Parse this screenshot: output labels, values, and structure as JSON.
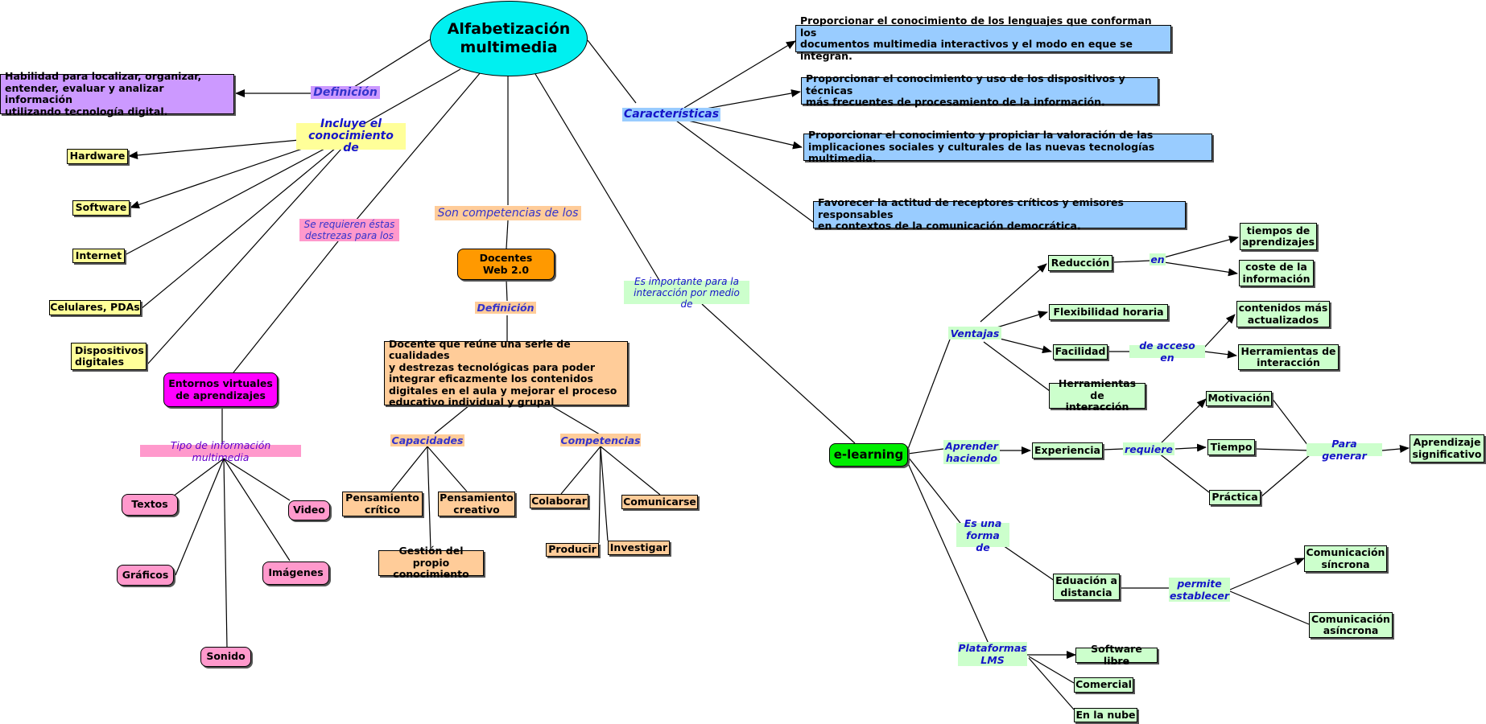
{
  "colors": {
    "cyan": "#00f0f0",
    "purple_box": "#cc99ff",
    "yellow": "#ffff99",
    "pink": "#ff99cc",
    "magenta": "#ff00ff",
    "orange": "#ff9900",
    "peach": "#ffcc99",
    "blue_box": "#99ccff",
    "green_box": "#ccffcc",
    "green_node": "#00ee00",
    "label_blue": "#0000cc"
  },
  "nodes": {
    "root": "Alfabetización\nmultimedia",
    "def_alf": "Habilidad para localizar, organizar,\nentender, evaluar y analizar información\nutilizando tecnología digital.",
    "hardware": "Hardware",
    "software": "Software",
    "internet": "Internet",
    "celulares": "Celulares, PDAs",
    "dispositivos": "Dispositivos\ndigitales",
    "entornos": "Entornos virtuales\nde aprendizajes",
    "textos": "Textos",
    "video": "Video",
    "graficos": "Gráficos",
    "imagenes": "Imágenes",
    "sonido": "Sonido",
    "docentes": "Docentes\nWeb 2.0",
    "def_docente": "Docente que reúne una serie de cualidades\ny destrezas tecnológicas para poder\n integrar eficazmente los contenidos\ndigitales en el aula y mejorar el proceso\neducativo individual y grupal",
    "pens_critico": "Pensamiento\ncrítico",
    "pens_creativo": "Pensamiento\ncreativo",
    "gestion": "Gestión del propio\nconocimiento",
    "colaborar": "Colaborar",
    "comunicarse": "Comunicarse",
    "producir": "Producir",
    "investigar": "Investigar",
    "car1": "Proporcionar el conocimiento de los lenguajes que conforman los\ndocumentos multimedia interactivos y el modo en eque se integran.",
    "car2": "Proporcionar el conocimiento y uso de los dispositivos y técnicas\nmás frecuentes de procesamiento de la información.",
    "car3": "Proporcionar el conocimiento y propiciar la valoración de las\nimplicaciones  sociales y culturales de las nuevas tecnologías multimedia.",
    "car4": "Favorecer la actitud de receptores críticos y emisores responsables\n en contextos de la comunicación democrática.",
    "elearning": "e-learning",
    "reduccion": "Reducción",
    "tiempos": "tiempos de\naprendizajes",
    "coste": "coste de la\n información",
    "flexibilidad": "Flexibilidad horaria",
    "facilidad": "Facilidad",
    "contenidos": "contenidos más\nactualizados",
    "herr_inter1": "Herramientas de\ninteracción",
    "herr_inter2": "Herramientas de\ninteracción",
    "experiencia": "Experiencia",
    "motivacion": "Motivación",
    "tiempo": "Tiempo",
    "practica": "Práctica",
    "aprendizaje": "Aprendizaje\nsignificativo",
    "educacion": "Eduación a\ndistancia",
    "com_sincrona": "Comunicación\nsíncrona",
    "com_asincrona": "Comunicación\nasíncrona",
    "soft_libre": "Software libre",
    "comercial": "Comercial",
    "nube": "En la nube"
  },
  "labels": {
    "definicion": "Definición",
    "incluye": "Incluye el\nconocimiento de",
    "se_requieren": "Se requieren éstas\ndestrezas para los",
    "son_competencias": "Son competencias de los",
    "definicion2": "Definición",
    "tipo_info": "Tipo de información multimedia",
    "capacidades": "Capacidades",
    "competencias": "Competencias",
    "caracteristicas": "Características",
    "es_importante": "Es importante para la\ninteracción por medio de",
    "ventajas": "Ventajas",
    "en": "en",
    "de_acceso": "de acceso en",
    "aprender": "Aprender\nhaciendo",
    "requiere": "requiere",
    "para_generar": "Para generar",
    "es_una_forma": "Es una\nforma de",
    "permite": "permite\nestablecer",
    "plataformas": "Plataformas\nLMS"
  }
}
